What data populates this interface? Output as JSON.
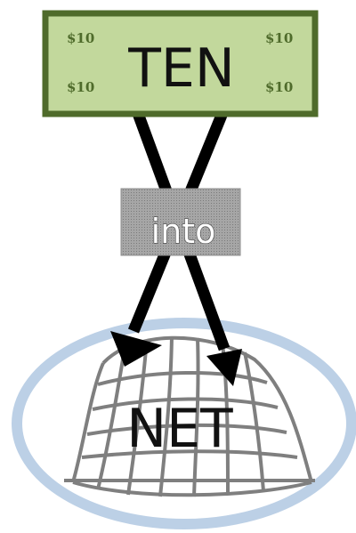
{
  "nodes": {
    "ten": {
      "label": "TEN",
      "tag_top_left": "$10",
      "tag_top_right": "$10",
      "tag_bottom_left": "$10",
      "tag_bottom_right": "$10"
    },
    "into": {
      "label": "into"
    },
    "net": {
      "label": "NET"
    }
  },
  "colors": {
    "ten_fill": "#c2d89c",
    "ten_border": "#4f6b2b",
    "net_ellipse": "#bcd0e6",
    "edge": "#000000",
    "into_fill": "#999999",
    "net_mesh": "#7f7f7f"
  }
}
